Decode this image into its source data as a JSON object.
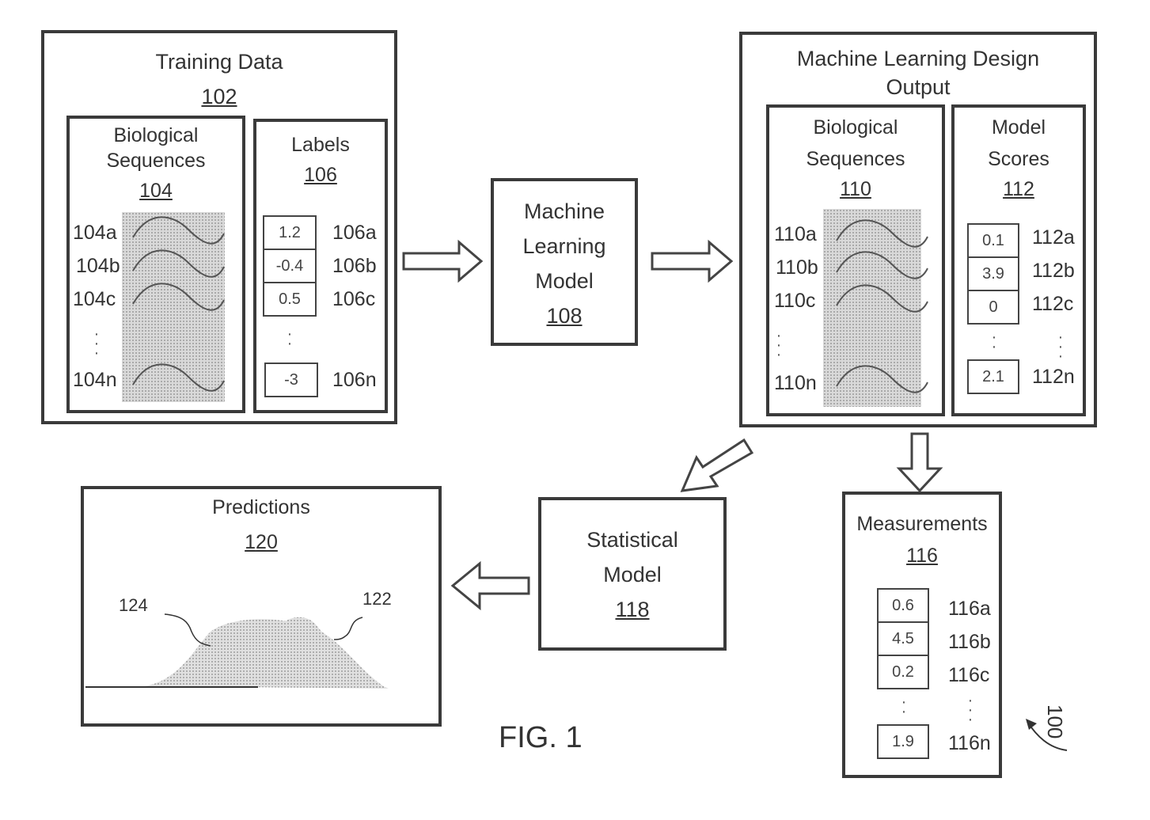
{
  "figure_label": "FIG. 1",
  "system_ref": "100",
  "training_data": {
    "title": "Training Data",
    "ref": "102",
    "sequences": {
      "title_line1": "Biological",
      "title_line2": "Sequences",
      "ref": "104",
      "items": [
        "104a",
        "104b",
        "104c",
        "104n"
      ]
    },
    "labels": {
      "title": "Labels",
      "ref": "106",
      "values": [
        "1.2",
        "-0.4",
        "0.5",
        "-3"
      ],
      "items": [
        "106a",
        "106b",
        "106c",
        "106n"
      ]
    }
  },
  "ml_model": {
    "line1": "Machine",
    "line2": "Learning",
    "line3": "Model",
    "ref": "108"
  },
  "ml_output": {
    "title_line1": "Machine Learning Design",
    "title_line2": "Output",
    "sequences": {
      "title_line1": "Biological",
      "title_line2": "Sequences",
      "ref": "110",
      "items": [
        "110a",
        "110b",
        "110c",
        "110n"
      ]
    },
    "scores": {
      "title_line1": "Model",
      "title_line2": "Scores",
      "ref": "112",
      "values": [
        "0.1",
        "3.9",
        "0",
        "2.1"
      ],
      "items": [
        "112a",
        "112b",
        "112c",
        "112n"
      ]
    }
  },
  "measurements": {
    "title": "Measurements",
    "ref": "116",
    "values": [
      "0.6",
      "4.5",
      "0.2",
      "1.9"
    ],
    "items": [
      "116a",
      "116b",
      "116c",
      "116n"
    ]
  },
  "statistical_model": {
    "line1": "Statistical",
    "line2": "Model",
    "ref": "118"
  },
  "predictions": {
    "title": "Predictions",
    "ref": "120",
    "curve_labels": [
      "124",
      "122"
    ]
  }
}
